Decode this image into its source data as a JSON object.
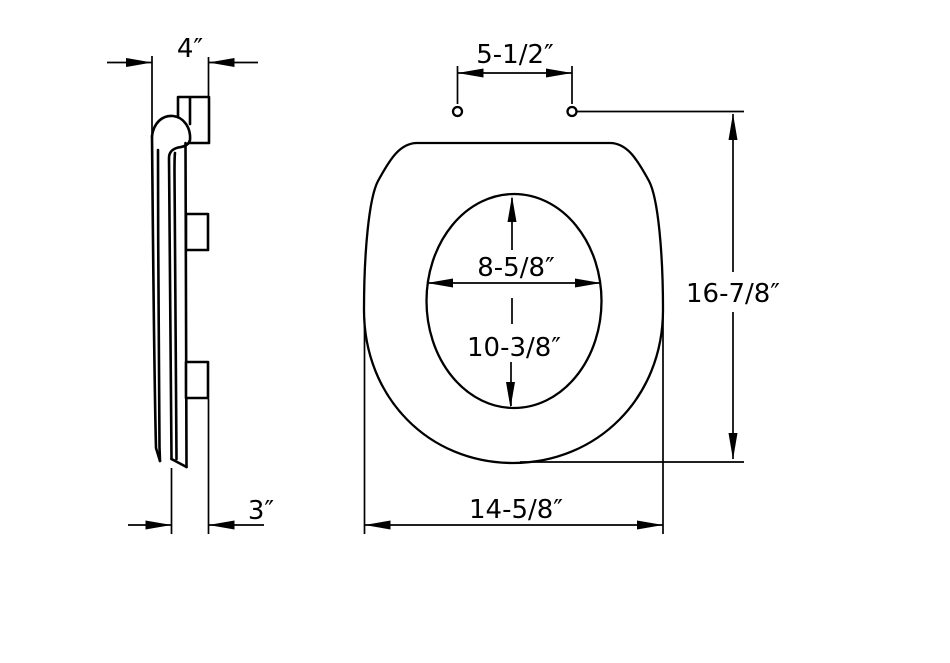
{
  "drawing": {
    "type": "technical-dimension-drawing",
    "subject": "toilet-seat",
    "colors": {
      "line": "#000000",
      "background": "#ffffff"
    },
    "side_view": {
      "dim_top_width": "4″",
      "dim_bottom_thickness": "3″"
    },
    "plan_view": {
      "dim_hole_spacing": "5-1/2″",
      "dim_opening_width": "8-5/8″",
      "dim_opening_depth": "10-3/8″",
      "dim_overall_length": "16-7/8″",
      "dim_overall_width": "14-5/8″"
    }
  }
}
